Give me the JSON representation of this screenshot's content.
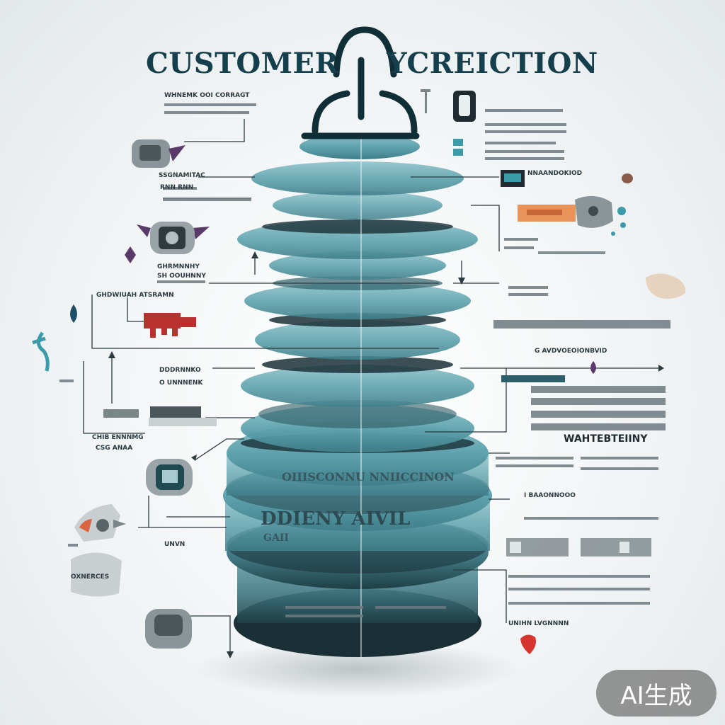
{
  "title": {
    "left": "CUSTOMER",
    "right": "YCREICTION"
  },
  "labels": {
    "top_left_heading": "WHNEMK OOI CORRAGT",
    "left_label_1": "SSGNAMITAC",
    "left_label_1_sub": "RNN RNN",
    "left_label_2": "GHRMNNHY",
    "left_label_2_sub": "SH OOUHNNY",
    "left_label_3": "GHDWIUAH ATSRAMN",
    "left_label_4": "DDDRNNKO",
    "left_label_4_sub": "O UNNNENK",
    "left_label_5": "CHIB ENNNMG",
    "left_label_5_sub": "CSG ANAA",
    "left_label_6": "UNVN",
    "left_label_7": "OXNERCES",
    "right_label_1": "NNAANDOKIOD",
    "right_label_2": "G AVDVOEOIONBVID",
    "right_label_3": "WAHTEBTEIINY",
    "right_label_4": "I BAAONNOOO",
    "right_label_5": "UNIHN LVGNNNN",
    "disk_text_1": "OIIISCONNU NNIICCINON",
    "disk_text_2": "DDIENY AIVIL",
    "disk_text_3": "GAII"
  },
  "watermark": "AI生成",
  "colors": {
    "title": "#163f4d",
    "disk_teal": "#5fa3ae",
    "disk_dark": "#1a3036",
    "accent_orange": "#e8935a",
    "accent_red": "#b8312e",
    "accent_teal": "#3c9ba8",
    "accent_purple": "#5a3a6a"
  },
  "icons": [
    "padlock-shackle-icon",
    "gear-badge-icon",
    "tag-icon",
    "hand-icon",
    "printer-icon",
    "clip-icon"
  ]
}
